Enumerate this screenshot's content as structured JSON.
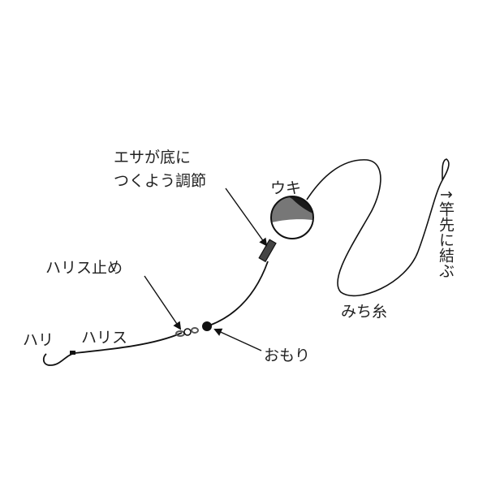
{
  "labels": {
    "bait_line1": "エサが底に",
    "bait_line2": "つくよう調節",
    "float": "ウキ",
    "leader_stopper": "ハリス止め",
    "hook": "ハリ",
    "leader": "ハリス",
    "sinker": "おもり",
    "main_line": "みち糸",
    "rod_tip": "↑竿先に結ぶ"
  },
  "colors": {
    "line": "#111111",
    "float_dark": "#1a1a1a",
    "float_mid": "#777777",
    "float_light": "#ffffff"
  }
}
